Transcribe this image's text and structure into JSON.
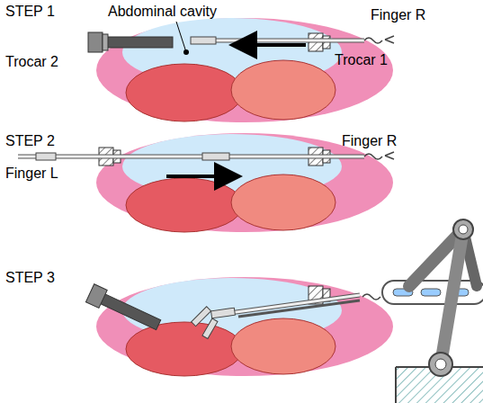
{
  "diagram": {
    "labels": [
      "STEP 1",
      "Abdominal cavity",
      "Finger R",
      "Trocar 2",
      "Trocar 1",
      "STEP 2",
      "Finger R",
      "Finger L",
      "STEP 3"
    ]
  }
}
